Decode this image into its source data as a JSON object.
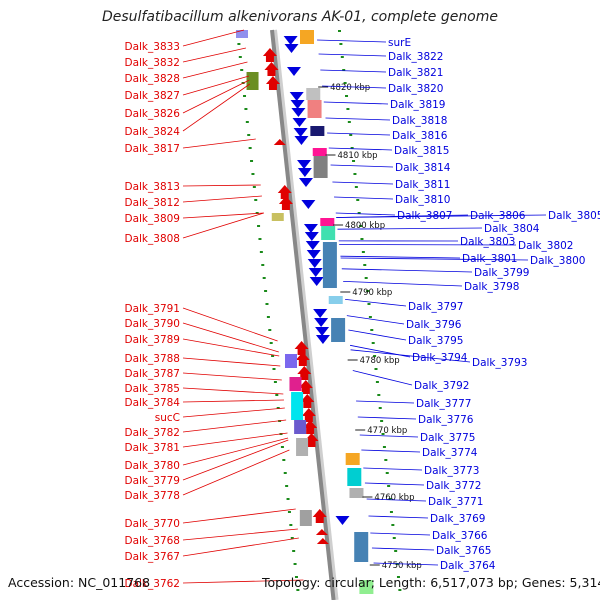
{
  "title": "Desulfatibacillum alkenivorans AK-01, complete genome",
  "footer": {
    "accession": "Accession: NC_011768",
    "topology": "Topology: circular; Length: 6,517,073 bp; Genes: 5,314"
  },
  "colors": {
    "reverse_strand": "#e00000",
    "forward_strand": "#0000dd",
    "backbone": "#888888",
    "tick_mark": "#1a8a1a"
  },
  "scale_ticks": [
    "4820 kbp",
    "4810 kbp",
    "4800 kbp",
    "4790 kbp",
    "4780 kbp",
    "4770 kbp",
    "4760 kbp",
    "4750 kbp"
  ],
  "left_labels": [
    "Dalk_3833",
    "Dalk_3832",
    "Dalk_3828",
    "Dalk_3827",
    "Dalk_3826",
    "Dalk_3824",
    "Dalk_3817",
    "Dalk_3813",
    "Dalk_3812",
    "Dalk_3809",
    "Dalk_3808",
    "Dalk_3791",
    "Dalk_3790",
    "Dalk_3789",
    "Dalk_3788",
    "Dalk_3787",
    "Dalk_3785",
    "Dalk_3784",
    "sucC",
    "Dalk_3782",
    "Dalk_3781",
    "Dalk_3780",
    "Dalk_3779",
    "Dalk_3778",
    "Dalk_3770",
    "Dalk_3768",
    "Dalk_3767",
    "Dalk_3762"
  ],
  "right_labels": [
    "surE",
    "Dalk_3822",
    "Dalk_3821",
    "Dalk_3820",
    "Dalk_3819",
    "Dalk_3818",
    "Dalk_3816",
    "Dalk_3815",
    "Dalk_3814",
    "Dalk_3811",
    "Dalk_3810",
    "Dalk_3807",
    "Dalk_3806",
    "Dalk_3805",
    "Dalk_3804",
    "Dalk_3803",
    "Dalk_3802",
    "Dalk_3801",
    "Dalk_3800",
    "Dalk_3799",
    "Dalk_3798",
    "Dalk_3797",
    "Dalk_3796",
    "Dalk_3795",
    "Dalk_3794",
    "Dalk_3793",
    "Dalk_3792",
    "Dalk_3777",
    "Dalk_3776",
    "Dalk_3775",
    "Dalk_3774",
    "Dalk_3773",
    "Dalk_3772",
    "Dalk_3771",
    "Dalk_3769",
    "Dalk_3766",
    "Dalk_3765",
    "Dalk_3764"
  ]
}
